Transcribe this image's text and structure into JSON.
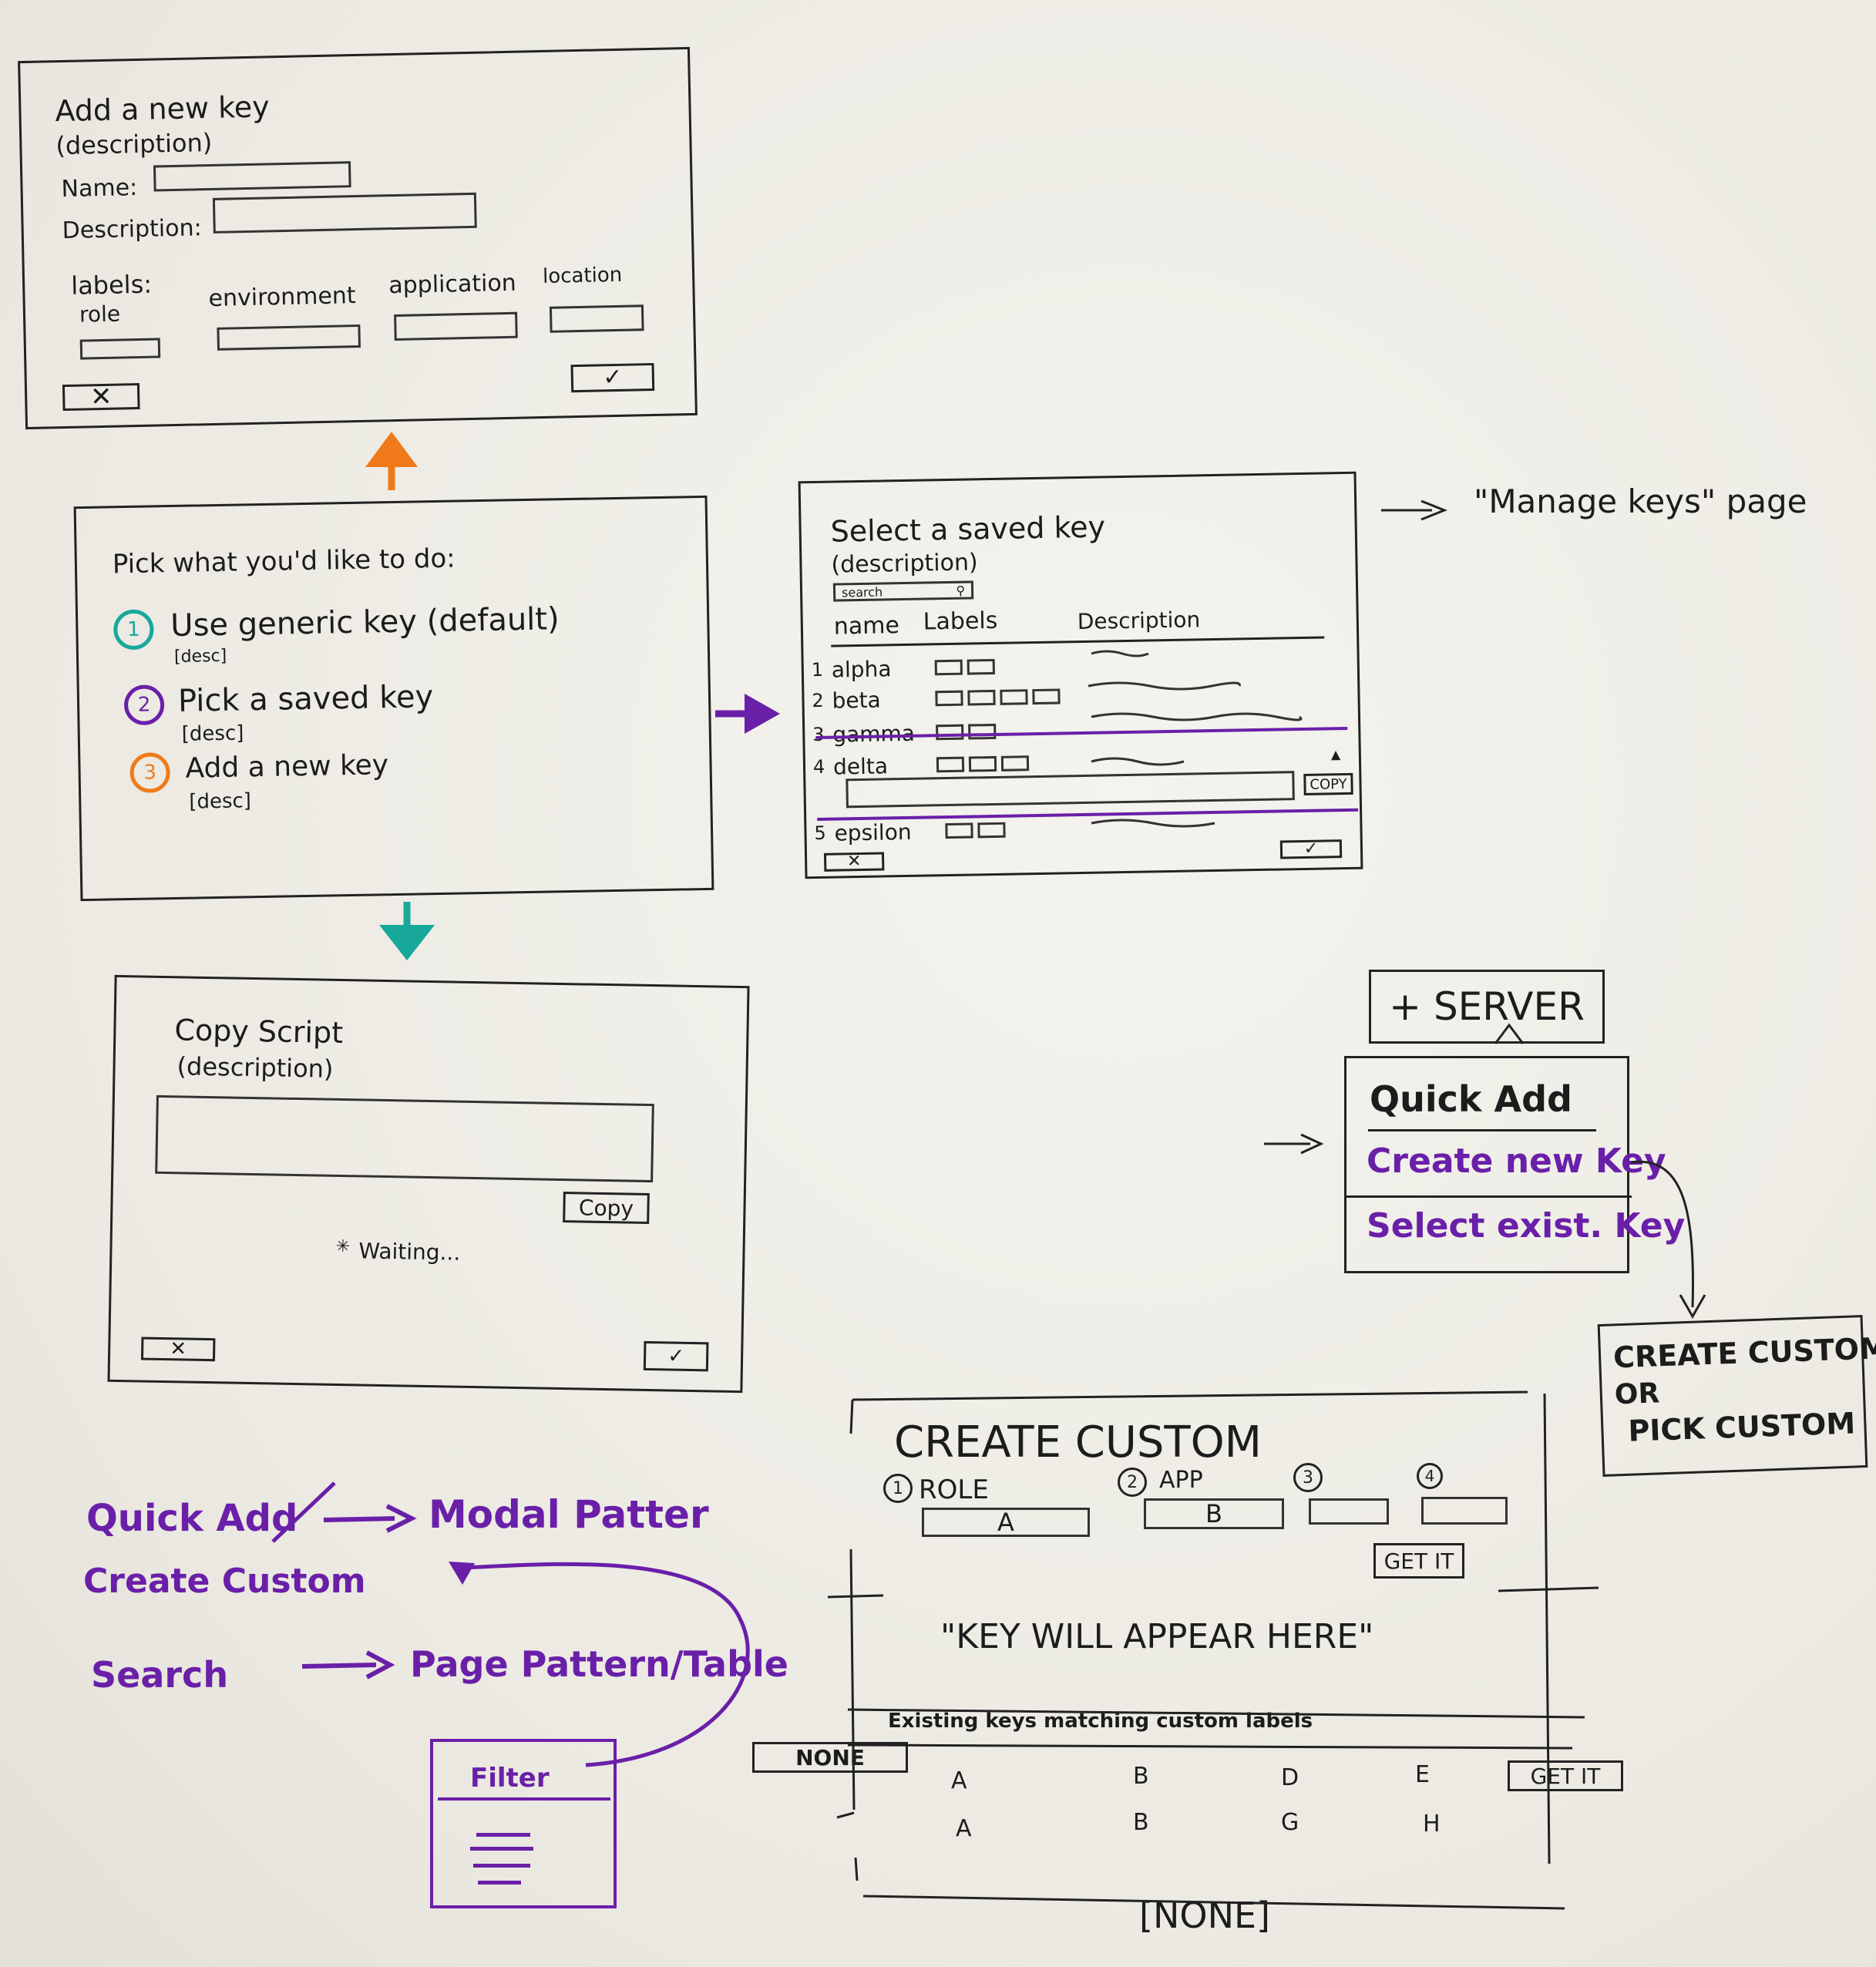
{
  "add_key": {
    "title": "Add a new key",
    "subtitle": "(description)",
    "name_label": "Name:",
    "desc_label": "Description:",
    "labels_label": "labels:",
    "role": "role",
    "environment": "environment",
    "application": "application",
    "location": "location",
    "cancel_icon": "close-icon",
    "ok_icon": "checkmark-icon"
  },
  "pick": {
    "title": "Pick what you'd like to do:",
    "options": [
      {
        "num": "1",
        "label": "Use generic key (default)",
        "desc": "[desc]",
        "color": "#17a89a"
      },
      {
        "num": "2",
        "label": "Pick a saved key",
        "desc": "[desc]",
        "color": "#6a1fa8"
      },
      {
        "num": "3",
        "label": "Add a new key",
        "desc": "[desc]",
        "color": "#f07a1a"
      }
    ]
  },
  "select": {
    "title": "Select a saved key",
    "subtitle": "(description)",
    "search_placeholder": "search",
    "col_name": "name",
    "col_labels": "Labels",
    "col_desc": "Description",
    "rows": [
      {
        "num": "1",
        "name": "alpha",
        "labels": 2
      },
      {
        "num": "2",
        "name": "beta",
        "labels": 4
      },
      {
        "num": "3",
        "name": "gamma",
        "labels": 2
      },
      {
        "num": "4",
        "name": "delta",
        "labels": 3
      },
      {
        "num": "5",
        "name": "epsilon",
        "labels": 2
      }
    ],
    "copy": "COPY",
    "scroll_icon": "triangle-up-icon"
  },
  "manage_note": "\"Manage keys\" page",
  "copy_script": {
    "title": "Copy Script",
    "subtitle": "(description)",
    "copy": "Copy",
    "waiting": "Waiting..."
  },
  "server_menu": {
    "button": "+ SERVER",
    "items": [
      "Quick Add",
      "Create new Key",
      "Select exist. Key"
    ]
  },
  "create_or_pick": {
    "line1": "CREATE CUSTOM",
    "line2": "OR",
    "line3": "PICK CUSTOM"
  },
  "create_custom": {
    "title": "CREATE CUSTOM",
    "f1_num": "1",
    "f1_label": "ROLE",
    "f1_value": "A",
    "f2_num": "2",
    "f2_label": "APP",
    "f2_value": "B",
    "f3_num": "3",
    "f4_num": "4",
    "get_it": "GET IT",
    "key_placeholder": "\"KEY WILL APPEAR HERE\"",
    "existing": "Existing keys matching custom labels",
    "none_btn": "NONE",
    "row1": [
      "A",
      "B",
      "D",
      "E"
    ],
    "row2": [
      "A",
      "B",
      "G",
      "H"
    ],
    "get_it2": "GET IT",
    "bottom_none": "[NONE]"
  },
  "patterns": {
    "quick_add": "Quick Add",
    "modal": "Modal Patter",
    "create_custom": "Create Custom",
    "search": "Search",
    "page": "Page Pattern/Table",
    "filter": "Filter"
  }
}
